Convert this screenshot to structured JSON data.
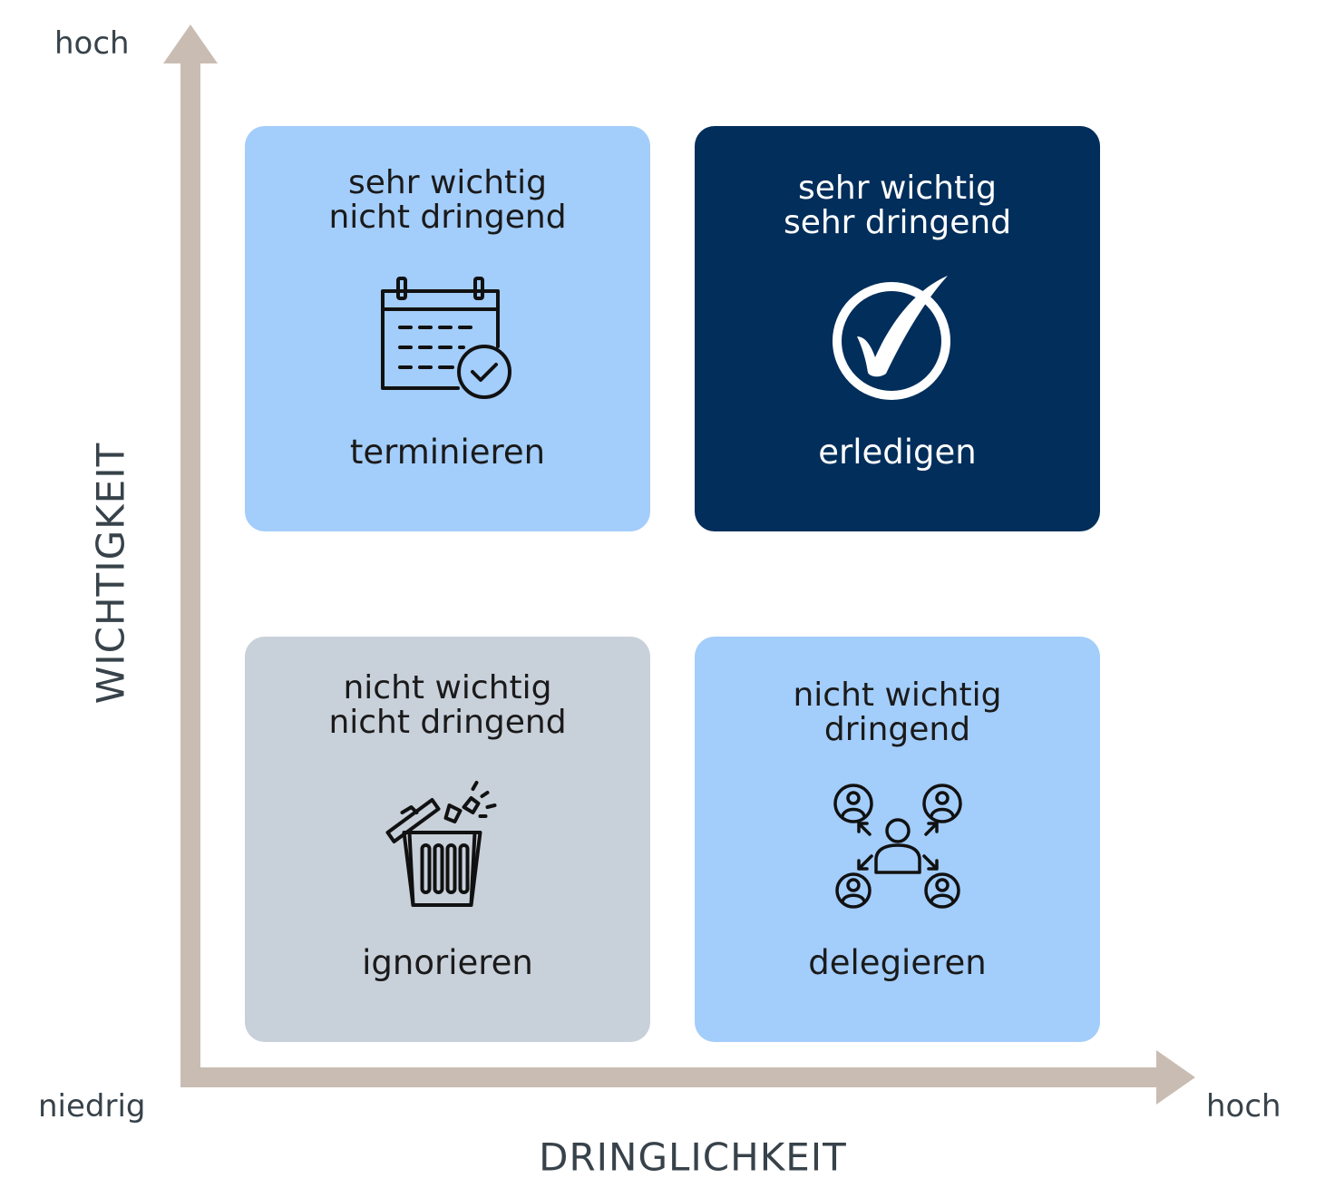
{
  "axes": {
    "y_title": "WICHTIGKEIT",
    "y_high": "hoch",
    "x_title": "DRINGLICHKEIT",
    "x_low": "niedrig",
    "x_high": "hoch",
    "axis_color": "#c9bdb3"
  },
  "quadrants": {
    "top_left": {
      "line1": "sehr wichtig",
      "line2": "nicht dringend",
      "action": "terminieren",
      "icon": "calendar-check-icon",
      "color": "#a3cdfa"
    },
    "top_right": {
      "line1": "sehr wichtig",
      "line2": "sehr dringend",
      "action": "erledigen",
      "icon": "check-circle-icon",
      "color": "#022e5b"
    },
    "bottom_left": {
      "line1": "nicht wichtig",
      "line2": "nicht dringend",
      "action": "ignorieren",
      "icon": "trash-can-icon",
      "color": "#c8d0da"
    },
    "bottom_right": {
      "line1": "nicht wichtig",
      "line2": "dringend",
      "action": "delegieren",
      "icon": "delegate-people-icon",
      "color": "#a3cdfa"
    }
  }
}
